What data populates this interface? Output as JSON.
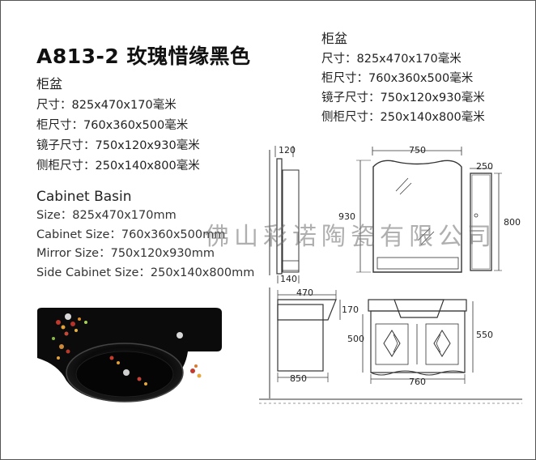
{
  "title": "A813-2 玫瑰惜缘黑色",
  "spec_cn": {
    "heading": "柜盆",
    "rows": [
      "尺寸：825x470x170毫米",
      "柜尺寸：760x360x500毫米",
      "镜子尺寸：750x120x930毫米",
      "侧柜尺寸：250x140x800毫米"
    ]
  },
  "spec_cn_right": {
    "heading": "柜盆",
    "rows": [
      "尺寸：825x470x170毫米",
      "柜尺寸：760x360x500毫米",
      "镜子尺寸：750x120x930毫米",
      "侧柜尺寸：250x140x800毫米"
    ]
  },
  "spec_en": {
    "heading": "Cabinet Basin",
    "rows": [
      "Size：825x470x170mm",
      "Cabinet Size：760x360x500mm",
      "Mirror Size：750x120x930mm",
      "Side Cabinet Size：250x140x800mm"
    ]
  },
  "watermark": "佛山彩诺陶瓷有限公司",
  "dims": {
    "mirror_side_depth": "120",
    "mirror_width": "750",
    "side_cabinet_width": "250",
    "mirror_height": "930",
    "side_cabinet_height": "800",
    "shelf_depth": "140",
    "basin_depth": "470",
    "basin_height": "170",
    "cabinet_height": "500",
    "total_height": "550",
    "side_total_depth": "850",
    "cabinet_width": "760"
  },
  "colors": {
    "line": "#333333",
    "basin": "#0b0b0b"
  }
}
